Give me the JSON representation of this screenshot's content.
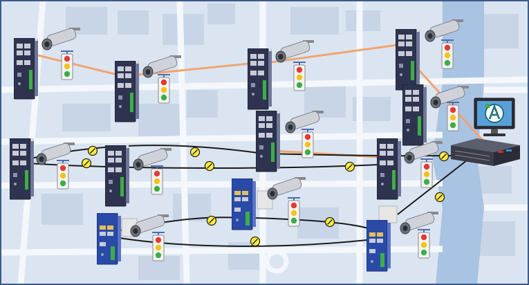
{
  "diagram": {
    "colors": {
      "map_background": "#dbe5f1",
      "street": "#f4f7fb",
      "block": "#c8d5e6",
      "water": "#a9c3e2",
      "fiber_link": "#f0a470",
      "copper_link": "#1a1a1a",
      "connector_fill": "#ffec3d",
      "frame_border": "#3d5b8a",
      "switch_dark": "#2e3450",
      "switch_blue": "#2a4aa8",
      "server": "#3a3c48",
      "monitor_screen": "#5aa0d8",
      "traffic_red": "#e53935",
      "traffic_yellow": "#f6c21a",
      "traffic_green": "#3cae46"
    },
    "icons": {
      "switch": "industrial-ethernet-switch-icon",
      "camera": "cctv-camera-icon",
      "traffic_light": "traffic-light-icon",
      "server": "rack-server-icon",
      "monitor": "monitor-icon",
      "logo": "app-logo-icon",
      "connector": "ethernet-connector-icon"
    },
    "links": {
      "top_chain": "fiber",
      "mid_link": "fiber",
      "ring_1": "copper",
      "ring_2": "copper",
      "uplinks": "copper"
    }
  }
}
